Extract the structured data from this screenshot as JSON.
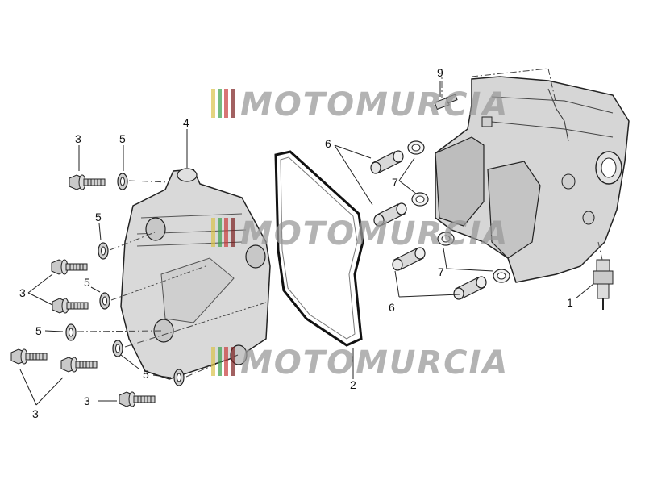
{
  "diagram": {
    "callouts": {
      "c1": "1",
      "c2": "2",
      "c3a": "3",
      "c3b": "3",
      "c3c": "3",
      "c3d": "3",
      "c4": "4",
      "c5a": "5",
      "c5b": "5",
      "c5c": "5",
      "c5d": "5",
      "c5e": "5",
      "c6a": "6",
      "c6b": "6",
      "c7a": "7",
      "c7b": "7",
      "c9": "9"
    },
    "watermark": {
      "text": "MOTOMURCIA",
      "stripe_colors": [
        "#d8c24a",
        "#3aa04a",
        "#c83a3a",
        "#7a1e1e"
      ],
      "text_color": "#9a9a9a"
    },
    "colors": {
      "part_fill": "#d7d7d7",
      "part_dark": "#bdbdbd",
      "line": "#222222"
    }
  }
}
